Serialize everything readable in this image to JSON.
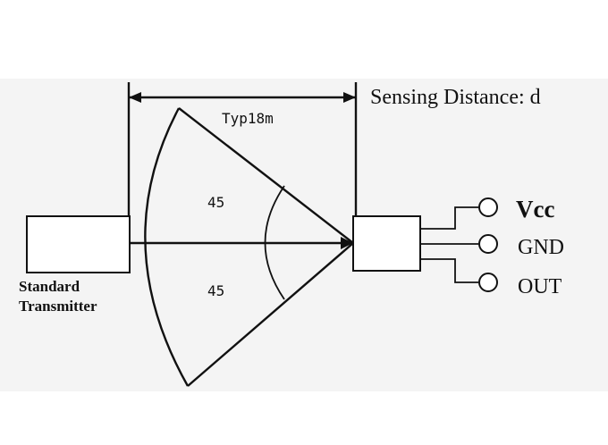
{
  "diagram": {
    "distance_label": "Sensing Distance: d",
    "range_label": "Typ18m",
    "upper_angle": "45",
    "lower_angle": "45",
    "transmitter_label_line1": "Standard",
    "transmitter_label_line2": "Transmitter",
    "pins": {
      "vcc": "Vcc",
      "gnd": "GND",
      "out": "OUT"
    }
  }
}
